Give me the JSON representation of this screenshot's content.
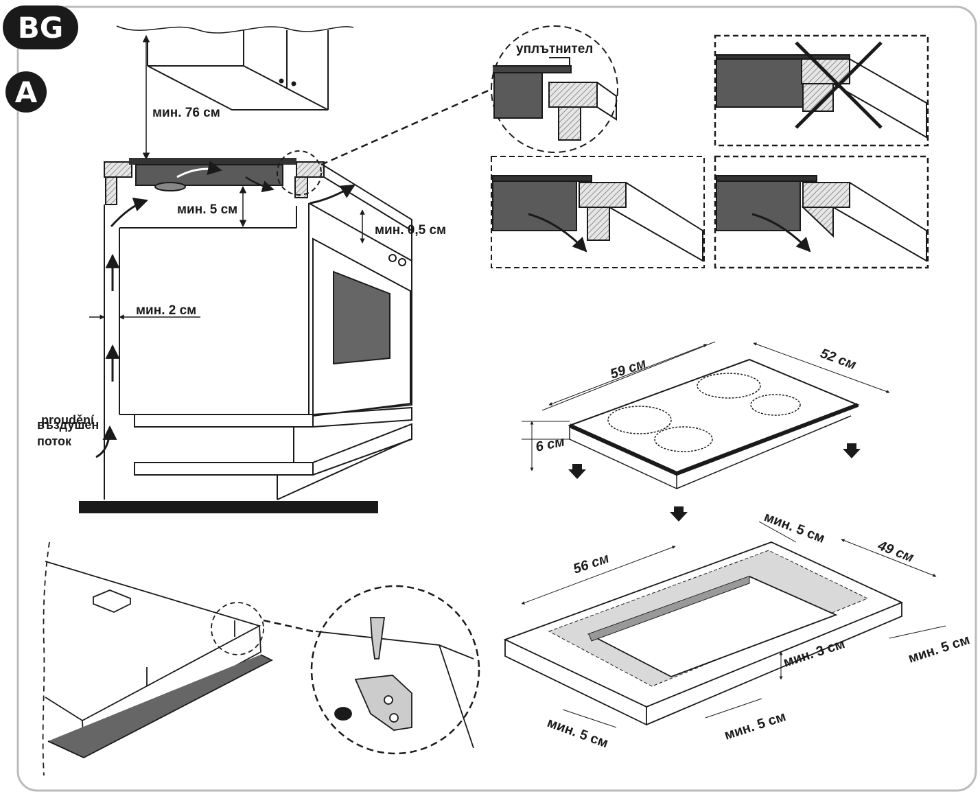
{
  "badges": {
    "language": "BG",
    "figure": "A"
  },
  "cabinet_labels": {
    "min_76": "мин. 76 см",
    "min_5": "мин. 5 см",
    "min_05": "мин. 0,5 см",
    "min_2": "мин. 2 см",
    "airflow_line1": "proudění",
    "airflow_line2": "въздушен",
    "airflow_line3": "поток"
  },
  "seal_label": "уплътнител",
  "hob_dimensions": {
    "width": "59 см",
    "depth": "52 см",
    "height": "6 см"
  },
  "cutout_dimensions": {
    "width": "56 см",
    "depth": "49 см",
    "min_top_back": "мин. 5 см",
    "min_right": "мин. 5 см",
    "min_front": "мин. 5 см",
    "min_left": "мин. 5 см",
    "min_thickness": "мин. 3 см"
  },
  "colors": {
    "ink": "#1a1a1a",
    "panel_gray": "#555555",
    "hatch": "#888888",
    "frame": "#bbbbbb"
  }
}
